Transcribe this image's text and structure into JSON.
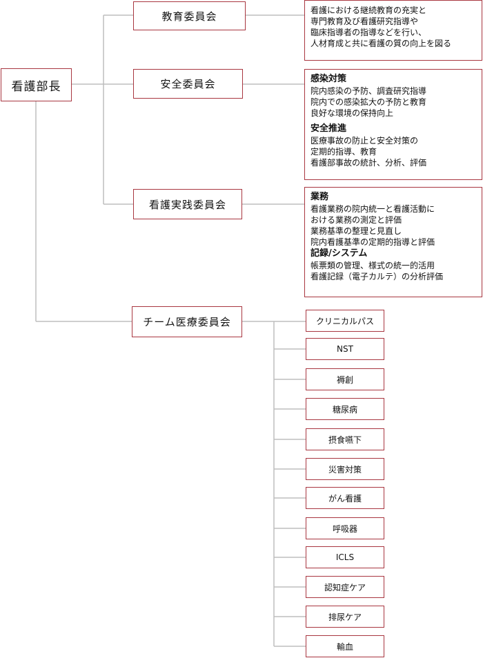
{
  "root": {
    "label": "看護部長"
  },
  "committees": [
    {
      "label": "教育委員会",
      "sections": [
        {
          "heading": "",
          "lines": [
            "看護における継続教育の充実と",
            "専門教育及び看護研究指導や",
            "臨床指導者の指導などを行い、",
            "人材育成と共に看護の質の向上を図る"
          ]
        }
      ]
    },
    {
      "label": "安全委員会",
      "sections": [
        {
          "heading": "感染対策",
          "lines": [
            "院内感染の予防、調査研究指導",
            "院内での感染拡大の予防と教育",
            "良好な環境の保持向上"
          ]
        },
        {
          "heading": "安全推進",
          "lines": [
            "医療事故の防止と安全対策の",
            "定期的指導、教育",
            "看護部事故の統計、分析、評価"
          ]
        }
      ]
    },
    {
      "label": "看護実践委員会",
      "sections": [
        {
          "heading": "業務",
          "lines": [
            "看護業務の院内統一と看護活動に",
            "おける業務の測定と評価",
            "業務基準の整理と見直し",
            "院内看護基準の定期的指導と評価"
          ]
        },
        {
          "heading": "記録/システム",
          "lines": [
            "帳票類の管理、様式の統一的活用",
            "看護記録（電子カルテ）の分析評価"
          ]
        }
      ]
    },
    {
      "label": "チーム医療委員会",
      "teams": [
        "クリニカルパス",
        "NST",
        "褥創",
        "糖尿病",
        "摂食嚥下",
        "災害対策",
        "がん看護",
        "呼吸器",
        "ICLS",
        "認知症ケア",
        "排尿ケア",
        "輸血"
      ]
    }
  ]
}
